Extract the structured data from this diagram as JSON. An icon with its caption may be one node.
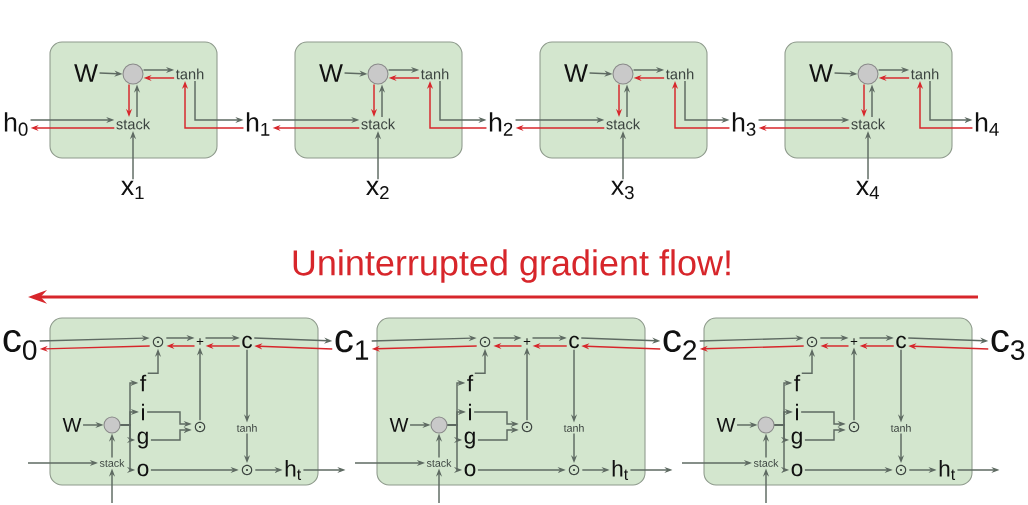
{
  "diagram": {
    "nodes": [
      {
        "text": [
          "h$_{0}$"
        ]
      },
      {
        "text": [],
        "shape": "box"
      },
      {
        "text": [
          "W"
        ],
        "in": 1
      },
      {
        "text": [],
        "shape": "circle",
        "in": 1
      },
      {
        "text": [
          "tanh"
        ],
        "in": 1
      },
      {
        "text": [
          "stack"
        ],
        "in": 1
      },
      {
        "text": [
          "x$_{1}$"
        ]
      },
      {
        "text": [
          "h$_{1}$"
        ]
      },
      {
        "text": [],
        "shape": "box"
      },
      {
        "text": [
          "W"
        ],
        "in": 8
      },
      {
        "text": [],
        "shape": "circle",
        "in": 8
      },
      {
        "text": [
          "tanh"
        ],
        "in": 8
      },
      {
        "text": [
          "stack"
        ],
        "in": 8
      },
      {
        "text": [
          "x$_{2}$"
        ]
      },
      {
        "text": [
          "h$_{2}$"
        ]
      },
      {
        "text": [],
        "shape": "box"
      },
      {
        "text": [
          "W"
        ],
        "in": 15
      },
      {
        "text": [],
        "shape": "circle",
        "in": 15
      },
      {
        "text": [
          "tanh"
        ],
        "in": 15
      },
      {
        "text": [
          "stack"
        ],
        "in": 15
      },
      {
        "text": [
          "x$_{3}$"
        ]
      },
      {
        "text": [
          "h$_{3}$"
        ]
      },
      {
        "text": [],
        "shape": "box"
      },
      {
        "text": [
          "W"
        ],
        "in": 22
      },
      {
        "text": [],
        "shape": "circle",
        "in": 22
      },
      {
        "text": [
          "tanh"
        ],
        "in": 22
      },
      {
        "text": [
          "stack"
        ],
        "in": 22
      },
      {
        "text": [
          "x$_{4}$"
        ]
      },
      {
        "text": [
          "h$_{4}$"
        ]
      },
      {
        "text": [
          "c$_{0}$"
        ]
      },
      {
        "text": [],
        "shape": "box"
      },
      {
        "text": [
          "⊙"
        ],
        "in": 30
      },
      {
        "text": [
          "+"
        ],
        "in": 30
      },
      {
        "text": [
          "c"
        ],
        "in": 30
      },
      {
        "text": [
          "c$_{1}$"
        ]
      },
      {
        "text": [
          "f"
        ],
        "in": 30
      },
      {
        "text": [
          "i"
        ],
        "in": 30
      },
      {
        "text": [
          "W"
        ],
        "in": 30
      },
      {
        "text": [],
        "shape": "circle",
        "in": 30
      },
      {
        "text": [
          "⊙"
        ],
        "in": 30
      },
      {
        "text": [
          "tanh"
        ],
        "in": 30
      },
      {
        "text": [
          "g"
        ],
        "in": 30
      },
      {
        "text": [
          "stack"
        ],
        "in": 30
      },
      {
        "text": [
          "o"
        ],
        "in": 30
      },
      {
        "text": [
          "⊙"
        ],
        "in": 30
      },
      {
        "text": [
          "h$_{t}$"
        ],
        "in": 30
      },
      {
        "text": [],
        "shape": "box"
      },
      {
        "text": [
          "⊙"
        ],
        "in": 46
      },
      {
        "text": [
          "+"
        ],
        "in": 46
      },
      {
        "text": [
          "c"
        ],
        "in": 46
      },
      {
        "text": [
          "c$_{2}$"
        ]
      },
      {
        "text": [
          "f"
        ],
        "in": 46
      },
      {
        "text": [
          "i"
        ],
        "in": 46
      },
      {
        "text": [
          "W"
        ],
        "in": 46
      },
      {
        "text": [],
        "shape": "circle",
        "in": 46
      },
      {
        "text": [
          "⊙"
        ],
        "in": 46
      },
      {
        "text": [
          "tanh"
        ],
        "in": 46
      },
      {
        "text": [
          "g"
        ],
        "in": 46
      },
      {
        "text": [
          "stack"
        ],
        "in": 46
      },
      {
        "text": [
          "o"
        ],
        "in": 46
      },
      {
        "text": [
          "⊙"
        ],
        "in": 46
      },
      {
        "text": [
          "h$_{t}$"
        ],
        "in": 46
      },
      {
        "text": [],
        "shape": "box"
      },
      {
        "text": [
          "⊙"
        ],
        "in": 62
      },
      {
        "text": [
          "+"
        ],
        "in": 62
      },
      {
        "text": [
          "c"
        ],
        "in": 62
      },
      {
        "text": [
          "c$_{3}$"
        ]
      },
      {
        "text": [
          "f"
        ],
        "in": 62
      },
      {
        "text": [
          "i"
        ],
        "in": 62
      },
      {
        "text": [
          "W"
        ],
        "in": 62
      },
      {
        "text": [],
        "shape": "circle",
        "in": 62
      },
      {
        "text": [
          "⊙"
        ],
        "in": 62
      },
      {
        "text": [
          "tanh"
        ],
        "in": 62
      },
      {
        "text": [
          "g"
        ],
        "in": 62
      },
      {
        "text": [
          "stack"
        ],
        "in": 62
      },
      {
        "text": [
          "o"
        ],
        "in": 62
      },
      {
        "text": [
          "⊙"
        ],
        "in": 62
      },
      {
        "text": [
          "h$_{t}$"
        ],
        "in": 62
      }
    ],
    "edges": [
      {
        "from": 2,
        "to": 3,
        "arrow": "to"
      },
      {
        "from": 3,
        "to": 4,
        "arrow": "to"
      },
      {
        "from": 4,
        "to": 3,
        "arrow": "to",
        "color": "#d7262b"
      },
      {
        "from": 5,
        "to": 3,
        "arrow": "to"
      },
      {
        "from": 3,
        "to": 5,
        "arrow": "to",
        "color": "#d7262b"
      },
      {
        "from": 6,
        "to": 5,
        "arrow": "to"
      },
      {
        "from": 0,
        "to": 5,
        "arrow": "to"
      },
      {
        "from": 5,
        "to": 0,
        "arrow": "to",
        "color": "#d7262b"
      },
      {
        "from": 4,
        "to": 7,
        "arrow": "to"
      },
      {
        "from": 7,
        "to": 4,
        "arrow": "to",
        "color": "#d7262b"
      },
      {
        "from": 9,
        "to": 10,
        "arrow": "to"
      },
      {
        "from": 10,
        "to": 11,
        "arrow": "to"
      },
      {
        "from": 11,
        "to": 10,
        "arrow": "to",
        "color": "#d7262b"
      },
      {
        "from": 12,
        "to": 10,
        "arrow": "to"
      },
      {
        "from": 10,
        "to": 12,
        "arrow": "to",
        "color": "#d7262b"
      },
      {
        "from": 13,
        "to": 12,
        "arrow": "to"
      },
      {
        "from": 7,
        "to": 12,
        "arrow": "to"
      },
      {
        "from": 12,
        "to": 7,
        "arrow": "to",
        "color": "#d7262b"
      },
      {
        "from": 11,
        "to": 14,
        "arrow": "to"
      },
      {
        "from": 14,
        "to": 11,
        "arrow": "to",
        "color": "#d7262b"
      },
      {
        "from": 16,
        "to": 17,
        "arrow": "to"
      },
      {
        "from": 17,
        "to": 18,
        "arrow": "to"
      },
      {
        "from": 18,
        "to": 17,
        "arrow": "to",
        "color": "#d7262b"
      },
      {
        "from": 19,
        "to": 17,
        "arrow": "to"
      },
      {
        "from": 17,
        "to": 19,
        "arrow": "to",
        "color": "#d7262b"
      },
      {
        "from": 20,
        "to": 19,
        "arrow": "to"
      },
      {
        "from": 14,
        "to": 19,
        "arrow": "to"
      },
      {
        "from": 19,
        "to": 14,
        "arrow": "to",
        "color": "#d7262b"
      },
      {
        "from": 18,
        "to": 21,
        "arrow": "to"
      },
      {
        "from": 21,
        "to": 18,
        "arrow": "to",
        "color": "#d7262b"
      },
      {
        "from": 23,
        "to": 24,
        "arrow": "to"
      },
      {
        "from": 24,
        "to": 25,
        "arrow": "to"
      },
      {
        "from": 25,
        "to": 24,
        "arrow": "to",
        "color": "#d7262b"
      },
      {
        "from": 26,
        "to": 24,
        "arrow": "to"
      },
      {
        "from": 24,
        "to": 26,
        "arrow": "to",
        "color": "#d7262b"
      },
      {
        "from": 27,
        "to": 26,
        "arrow": "to"
      },
      {
        "from": 21,
        "to": 26,
        "arrow": "to"
      },
      {
        "from": 26,
        "to": 21,
        "arrow": "to",
        "color": "#d7262b"
      },
      {
        "from": 25,
        "to": 28,
        "arrow": "to"
      },
      {
        "from": 28,
        "to": 25,
        "arrow": "to",
        "color": "#d7262b"
      },
      {
        "from": 29,
        "to": 31,
        "arrow": "to"
      },
      {
        "from": 31,
        "to": 32,
        "arrow": "to"
      },
      {
        "from": 32,
        "to": 33,
        "arrow": "to"
      },
      {
        "from": 33,
        "to": 34,
        "arrow": "to"
      },
      {
        "from": 34,
        "to": 33,
        "arrow": "to",
        "color": "#d7262b"
      },
      {
        "from": 33,
        "to": 32,
        "arrow": "to",
        "color": "#d7262b"
      },
      {
        "from": 32,
        "to": 31,
        "arrow": "to",
        "color": "#d7262b"
      },
      {
        "from": 31,
        "to": 29,
        "arrow": "to",
        "color": "#d7262b"
      },
      {
        "from": 35,
        "to": 31,
        "arrow": "to"
      },
      {
        "from": 37,
        "to": 38,
        "arrow": "to"
      },
      {
        "from": 42,
        "to": 38,
        "arrow": "to"
      },
      {
        "from": null,
        "to": 42,
        "arrow": "to"
      },
      {
        "from": null,
        "to": 42,
        "arrow": "to"
      },
      {
        "from": 38,
        "to": 35,
        "arrow": "to"
      },
      {
        "from": 38,
        "to": 36,
        "arrow": "to"
      },
      {
        "from": 38,
        "to": 41,
        "arrow": "to"
      },
      {
        "from": 38,
        "to": 43,
        "arrow": "to"
      },
      {
        "from": 36,
        "to": 39,
        "arrow": "to"
      },
      {
        "from": 41,
        "to": 39,
        "arrow": "to"
      },
      {
        "from": 39,
        "to": 32,
        "arrow": "to"
      },
      {
        "from": 33,
        "to": 40,
        "arrow": "to"
      },
      {
        "from": 40,
        "to": 44,
        "arrow": "to"
      },
      {
        "from": 43,
        "to": 44,
        "arrow": "to"
      },
      {
        "from": 44,
        "to": 45,
        "arrow": "to"
      },
      {
        "from": 45,
        "to": null,
        "arrow": "to"
      },
      {
        "from": 34,
        "to": 47,
        "arrow": "to"
      },
      {
        "from": 47,
        "to": 48,
        "arrow": "to"
      },
      {
        "from": 48,
        "to": 49,
        "arrow": "to"
      },
      {
        "from": 49,
        "to": 50,
        "arrow": "to"
      },
      {
        "from": 50,
        "to": 49,
        "arrow": "to",
        "color": "#d7262b"
      },
      {
        "from": 49,
        "to": 48,
        "arrow": "to",
        "color": "#d7262b"
      },
      {
        "from": 48,
        "to": 47,
        "arrow": "to",
        "color": "#d7262b"
      },
      {
        "from": 47,
        "to": 34,
        "arrow": "to",
        "color": "#d7262b"
      },
      {
        "from": 51,
        "to": 47,
        "arrow": "to"
      },
      {
        "from": 53,
        "to": 54,
        "arrow": "to"
      },
      {
        "from": 58,
        "to": 54,
        "arrow": "to"
      },
      {
        "from": null,
        "to": 58,
        "arrow": "to"
      },
      {
        "from": null,
        "to": 58,
        "arrow": "to"
      },
      {
        "from": 54,
        "to": 51,
        "arrow": "to"
      },
      {
        "from": 54,
        "to": 52,
        "arrow": "to"
      },
      {
        "from": 54,
        "to": 57,
        "arrow": "to"
      },
      {
        "from": 54,
        "to": 59,
        "arrow": "to"
      },
      {
        "from": 52,
        "to": 55,
        "arrow": "to"
      },
      {
        "from": 57,
        "to": 55,
        "arrow": "to"
      },
      {
        "from": 55,
        "to": 48,
        "arrow": "to"
      },
      {
        "from": 49,
        "to": 56,
        "arrow": "to"
      },
      {
        "from": 56,
        "to": 60,
        "arrow": "to"
      },
      {
        "from": 59,
        "to": 60,
        "arrow": "to"
      },
      {
        "from": 60,
        "to": 61,
        "arrow": "to"
      },
      {
        "from": 61,
        "to": null,
        "arrow": "to"
      },
      {
        "from": 50,
        "to": 63,
        "arrow": "to"
      },
      {
        "from": 63,
        "to": 64,
        "arrow": "to"
      },
      {
        "from": 64,
        "to": 65,
        "arrow": "to"
      },
      {
        "from": 65,
        "to": 66,
        "arrow": "to"
      },
      {
        "from": 66,
        "to": 65,
        "arrow": "to",
        "color": "#d7262b"
      },
      {
        "from": 65,
        "to": 64,
        "arrow": "to",
        "color": "#d7262b"
      },
      {
        "from": 64,
        "to": 63,
        "arrow": "to",
        "color": "#d7262b"
      },
      {
        "from": 63,
        "to": 50,
        "arrow": "to",
        "color": "#d7262b"
      },
      {
        "from": 67,
        "to": 63,
        "arrow": "to"
      },
      {
        "from": 69,
        "to": 70,
        "arrow": "to"
      },
      {
        "from": 74,
        "to": 70,
        "arrow": "to"
      },
      {
        "from": null,
        "to": 74,
        "arrow": "to"
      },
      {
        "from": null,
        "to": 74,
        "arrow": "to"
      },
      {
        "from": 70,
        "to": 67,
        "arrow": "to"
      },
      {
        "from": 70,
        "to": 68,
        "arrow": "to"
      },
      {
        "from": 70,
        "to": 73,
        "arrow": "to"
      },
      {
        "from": 70,
        "to": 75,
        "arrow": "to"
      },
      {
        "from": 68,
        "to": 71,
        "arrow": "to"
      },
      {
        "from": 73,
        "to": 71,
        "arrow": "to"
      },
      {
        "from": 71,
        "to": 64,
        "arrow": "to"
      },
      {
        "from": 65,
        "to": 72,
        "arrow": "to"
      },
      {
        "from": 72,
        "to": 76,
        "arrow": "to"
      },
      {
        "from": 75,
        "to": 76,
        "arrow": "to"
      },
      {
        "from": 76,
        "to": 77,
        "arrow": "to"
      },
      {
        "from": 77,
        "to": null,
        "arrow": "to"
      }
    ],
    "labels": [
      "Uninterrupted gradient flow!"
    ]
  }
}
